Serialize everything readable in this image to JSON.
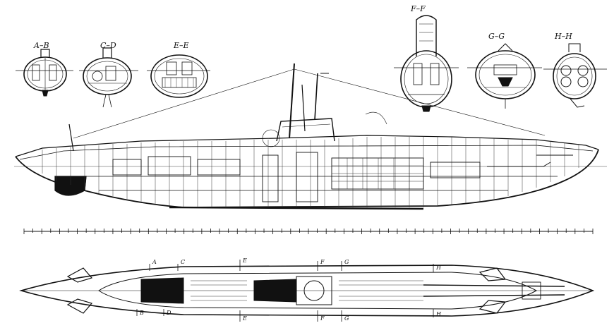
{
  "sections": [
    {
      "id": "ab",
      "label": "A–B"
    },
    {
      "id": "cd",
      "label": "C–D"
    },
    {
      "id": "ee",
      "label": "E–E"
    },
    {
      "id": "ff",
      "label": "F–F"
    },
    {
      "id": "gg",
      "label": "G–G"
    },
    {
      "id": "hh",
      "label": "H–H"
    }
  ],
  "plan_marks": {
    "top": [
      "A",
      "C",
      "E",
      "F",
      "G",
      "H"
    ],
    "bottom": [
      "B",
      "D",
      "E",
      "F",
      "G",
      "H"
    ]
  },
  "colors": {
    "ink": "#111111",
    "paper": "#ffffff"
  }
}
